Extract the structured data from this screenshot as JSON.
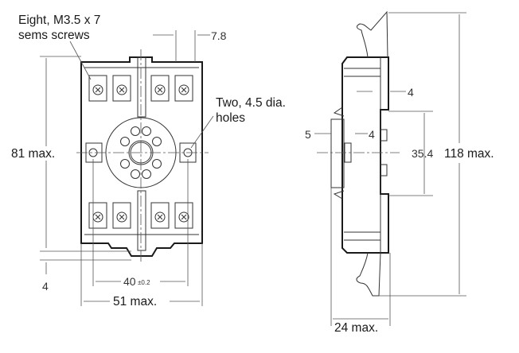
{
  "front_view": {
    "screw_callout_line1": "Eight, M3.5 x 7",
    "screw_callout_line2": "sems screws",
    "terminal_pitch": "7.8",
    "hole_callout_line1": "Two, 4.5 dia.",
    "hole_callout_line2": "holes",
    "height": "81 max.",
    "bottom_offset": "4",
    "hole_spacing": "40",
    "hole_spacing_tolerance": "±0.2",
    "width": "51 max."
  },
  "side_view": {
    "terminal_depth": "4",
    "left_offset": "5",
    "inner_offset": "4",
    "rail_spacing": "35.4",
    "overall_height": "118 max.",
    "depth": "24 max."
  }
}
